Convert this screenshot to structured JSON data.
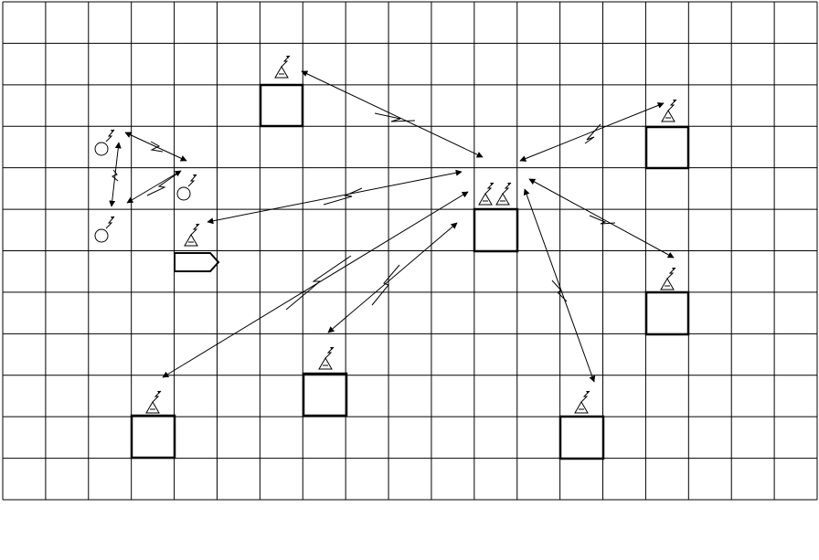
{
  "diagram": {
    "description_free": true,
    "grid": {
      "columns": 19,
      "rows": 12
    },
    "node_kinds": [
      "base-station-tower",
      "mobile-node",
      "vehicle-node",
      "central-hub-station"
    ],
    "colors": {
      "line": "#000000",
      "background": "#ffffff"
    }
  }
}
